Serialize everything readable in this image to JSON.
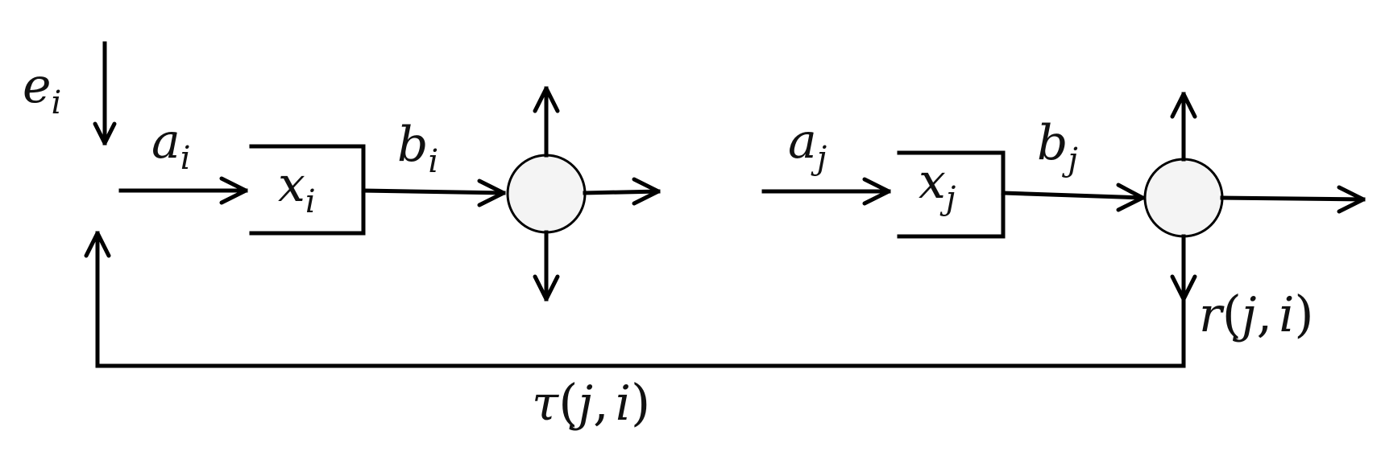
{
  "labels": {
    "e_i": {
      "base": "e",
      "sub": "i"
    },
    "a_i": {
      "base": "a",
      "sub": "i"
    },
    "x_i": {
      "base": "x",
      "sub": "i"
    },
    "b_i": {
      "base": "b",
      "sub": "i"
    },
    "a_j": {
      "base": "a",
      "sub": "j"
    },
    "x_j": {
      "base": "x",
      "sub": "j"
    },
    "b_j": {
      "base": "b",
      "sub": "j"
    },
    "r_ji": {
      "fn": "r",
      "open": "(",
      "arg1": "j",
      "comma": ",",
      "arg2": "i",
      "close": ")"
    },
    "tau_ji": {
      "fn": "τ",
      "open": "(",
      "arg1": "j",
      "comma": ",",
      "arg2": "i",
      "close": ")"
    }
  }
}
